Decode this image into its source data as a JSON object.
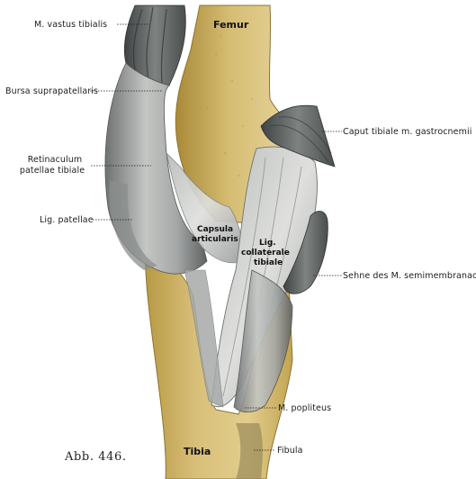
{
  "figure": {
    "caption": "Abb. 446.",
    "bones": {
      "femur": "Femur",
      "tibia": "Tibia"
    },
    "structures": {
      "capsula_1": "Capsula",
      "capsula_2": "articularis",
      "lig_col_1": "Lig.",
      "lig_col_2": "collaterale",
      "lig_col_3": "tibiale"
    },
    "labels": {
      "vastus_tibialis": "M. vastus tibialis",
      "bursa": "Bursa suprapatellaris",
      "retinaculum_1": "Retinaculum",
      "retinaculum_2": "patellae tibiale",
      "lig_patellae": "Lig. patellae",
      "caput_tibiale": "Caput tibiale m. gastrocnemii",
      "sehne": "Sehne des M. semimembranaceus",
      "popliteus": "M. popliteus",
      "fibula": "Fibula"
    }
  }
}
